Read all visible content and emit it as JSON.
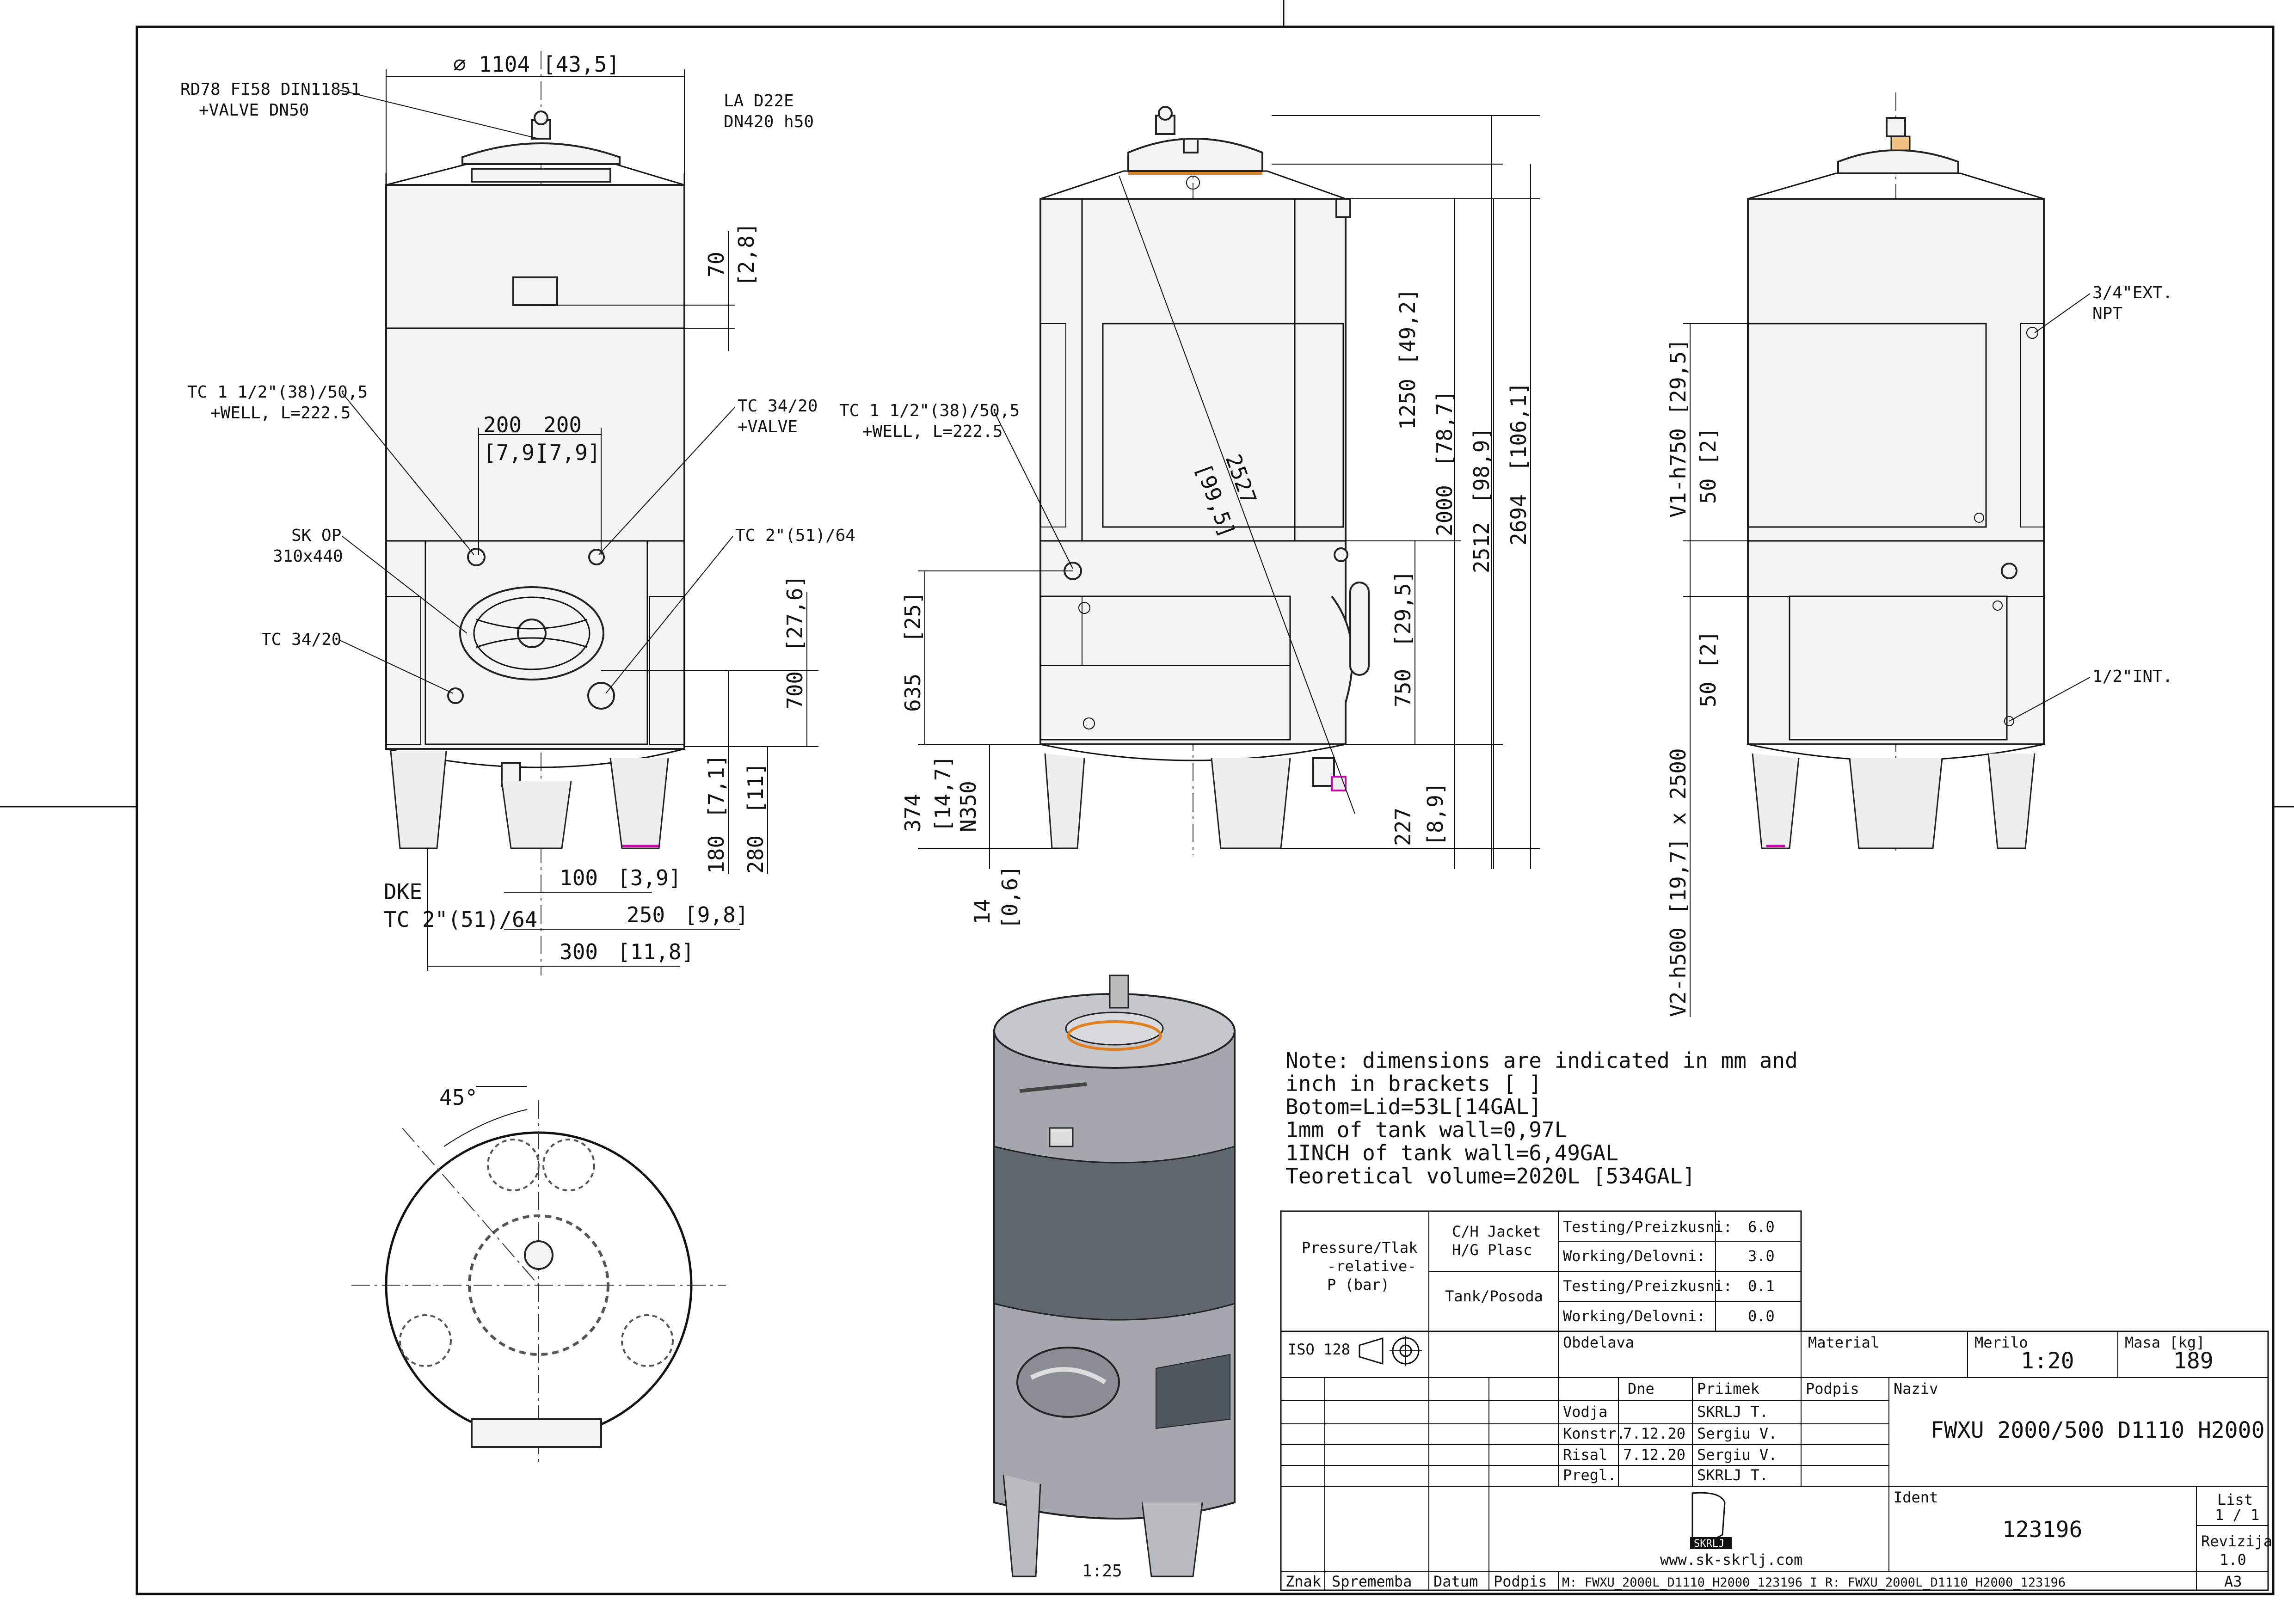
{
  "drawing": {
    "front_view": {
      "top_dim": "⌀ 1104  [43,5]",
      "lid_label_line1": "RD78 FI58 DIN11851",
      "lid_label_line2": "+VALVE DN50",
      "la_label_line1": "LA D22E",
      "la_label_line2": "DN420 h50",
      "tc_left_line1": "TC 1 1/2\"(38)/50,5",
      "tc_left_line2": "+WELL, L=222.5",
      "tc_right_line1": "TC 34/20",
      "tc_right_line2": "+VALVE",
      "sk_op_line1": "SK OP",
      "sk_op_line2": "310x440",
      "tc2_label": "TC 2\"(51)/64",
      "tc34_label": "TC 34/20",
      "dke_line1": "DKE",
      "dke_line2": "TC 2\"(51)/64",
      "dim_200_left": "200",
      "dim_200_right": "200",
      "dim_79_left": "[7,9]",
      "dim_79_right": "[7,9]",
      "dim_70": "70",
      "dim_28": "[2,8]",
      "dim_700": "700",
      "dim_276": "[27,6]",
      "dim_180": "180",
      "dim_71": "[7,1]",
      "dim_280": "280",
      "dim_11": "[11]",
      "dim_100": "100",
      "dim_39": "[3,9]",
      "dim_250": "250",
      "dim_98": "[9,8]",
      "dim_300": "300",
      "dim_118": "[11,8]"
    },
    "side_view": {
      "tc_left_line1": "TC 1 1/2\"(38)/50,5",
      "tc_left_line2": "+WELL, L=222.5",
      "dim_2527": "2527",
      "dim_995": "[99,5]",
      "dim_1250": "1250",
      "dim_492": "[49,2]",
      "dim_2000": "2000",
      "dim_787": "[78,7]",
      "dim_2512": "2512",
      "dim_989": "[98,9]",
      "dim_2694": "2694",
      "dim_1061": "[106,1]",
      "dim_750": "750",
      "dim_295": "[29,5]",
      "dim_635": "635",
      "dim_25": "[25]",
      "dim_374": "374",
      "dim_147": "[14,7]",
      "dim_n350": "N350",
      "dim_14": "14",
      "dim_06": "[0,6]",
      "dim_227": "227",
      "dim_89": "[8,9]"
    },
    "rear_view": {
      "ext_npt_line1": "3/4\"EXT.",
      "ext_npt_line2": "NPT",
      "int_label": "1/2\"INT.",
      "v1": "V1-h750  [29,5]",
      "v1_50": "50  [2]",
      "v2": "V2-h500  [19,7] x 2500",
      "v2_50": "50  [2]"
    },
    "top_view": {
      "angle": "45°"
    },
    "iso_view": {
      "scale": "1:25"
    }
  },
  "notes": [
    "Note: dimensions are indicated in mm and",
    "inch in brackets [ ]",
    "Botom=Lid=53L[14GAL]",
    "1mm of tank wall=0,97L",
    "1INCH of tank wall=6,49GAL",
    "Teoretical volume=2020L [534GAL]"
  ],
  "title_block": {
    "pressure_line1": "Pressure/Tlak",
    "pressure_line2": "-relative-",
    "pressure_line3": "P (bar)",
    "jacket_line1": "C/H Jacket",
    "jacket_line2": "H/G Plasc",
    "tank_label": "Tank/Posoda",
    "rows": [
      {
        "label": "Testing/Preizkusni:",
        "value": "6.0"
      },
      {
        "label": "Working/Delovni:",
        "value": "3.0"
      },
      {
        "label": "Testing/Preizkusni:",
        "value": "0.1"
      },
      {
        "label": "Working/Delovni:",
        "value": "0.0"
      }
    ],
    "iso": "ISO 128",
    "obdelava": "Obdelava",
    "material": "Material",
    "merilo_label": "Merilo",
    "merilo_value": "1:20",
    "masa_label": "Masa [kg]",
    "masa_value": "189",
    "dne": "Dne",
    "priimek": "Priimek",
    "podpis": "Podpis",
    "naziv_label": "Naziv",
    "naziv_value": "FWXU 2000/500 D1110 H2000",
    "people": [
      {
        "role": "Vodja",
        "date": "",
        "name": "SKRLJ T."
      },
      {
        "role": "Konstr.",
        "date": "7.12.20",
        "name": "Sergiu V."
      },
      {
        "role": "Risal",
        "date": "7.12.20",
        "name": "Sergiu V."
      },
      {
        "role": "Pregl.",
        "date": "",
        "name": "SKRLJ T."
      }
    ],
    "ident_label": "Ident",
    "ident_value": "123196",
    "list_label": "List",
    "list_value": "1 / 1",
    "revizija_label": "Revizija",
    "revizija_value": "1.0",
    "logo_text": "SKRLJ",
    "website": "www.sk-skrlj.com",
    "znak": "Znak",
    "sprememba": "Sprememba",
    "datum": "Datum",
    "podpis2": "Podpis",
    "file_path": "M: FWXU_2000L_D1110_H2000_123196 I R: FWXU_2000L_D1110_H2000_123196",
    "format": "A3"
  }
}
